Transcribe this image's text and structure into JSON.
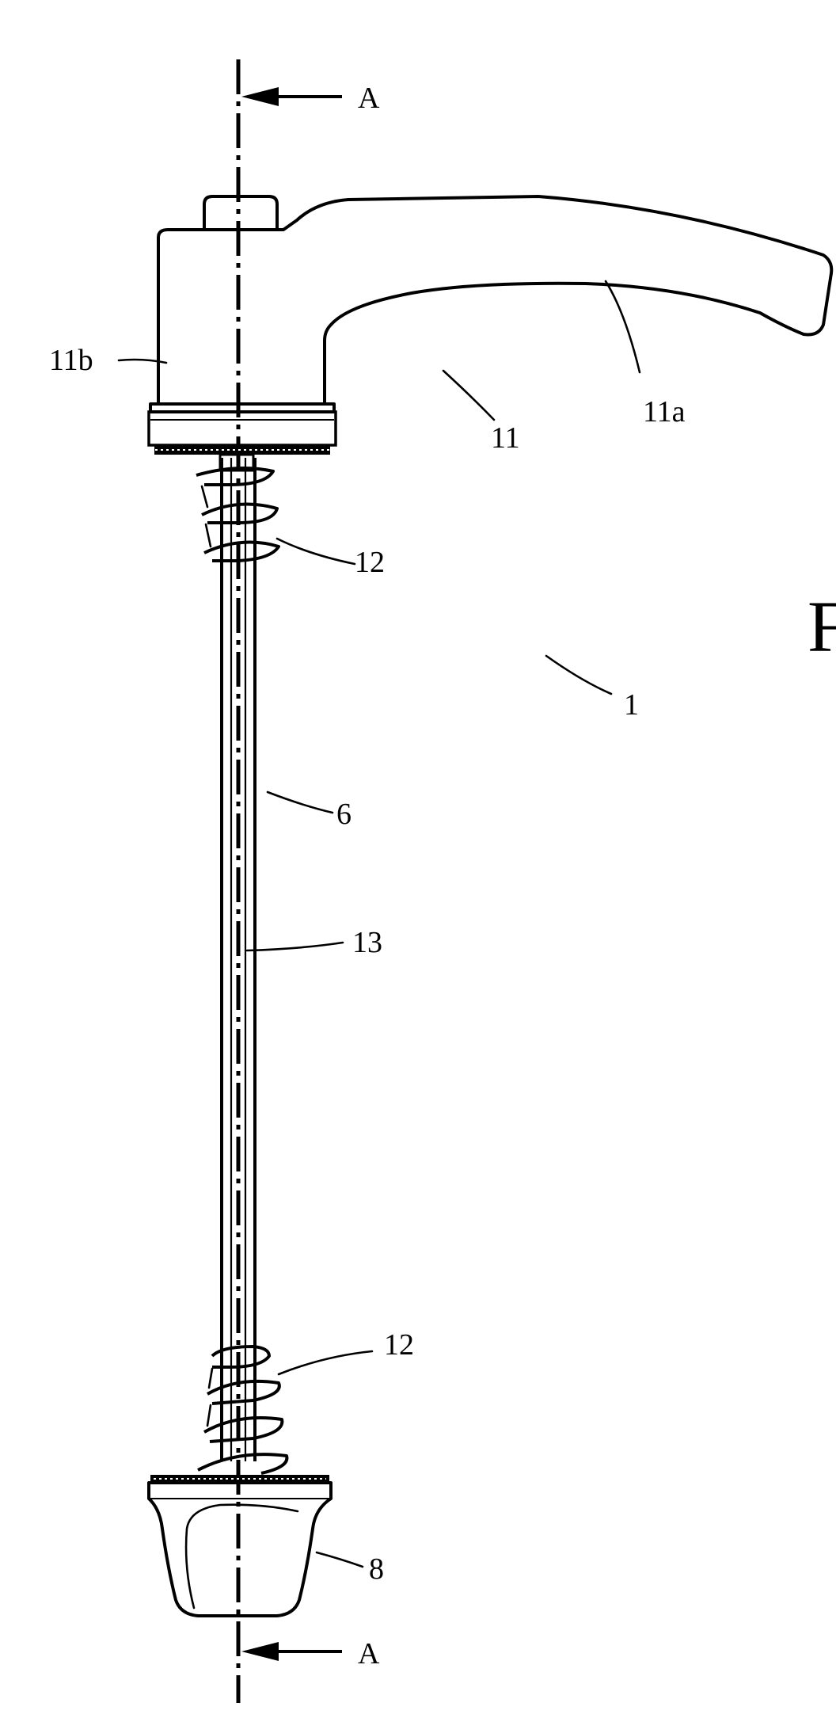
{
  "figure": {
    "section_labels": {
      "top": "A",
      "bottom": "A"
    },
    "partial_figure_label": "F",
    "reference_numerals": {
      "lever_housing": "11b",
      "lever_arm": "11a",
      "lever": "11",
      "spring_upper": "12",
      "assembly": "1",
      "rod": "6",
      "axis": "13",
      "spring_lower": "12",
      "nut": "8"
    }
  }
}
